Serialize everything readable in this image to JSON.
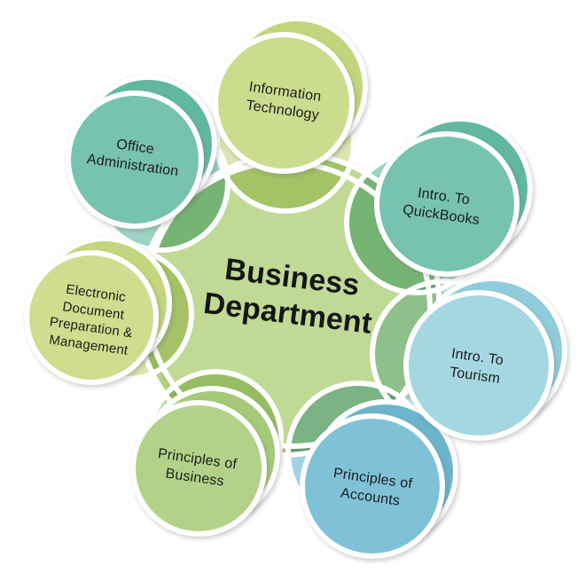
{
  "diagram": {
    "type": "radial-cycle",
    "background": "#ffffff",
    "ring_color": "#ffffff",
    "text_color": "#1c1c1c",
    "center": {
      "id": "business-department",
      "label": "Business Department",
      "color": "#c0d995",
      "back_color": "#b3d187"
    },
    "nodes": [
      {
        "id": "information-technology",
        "label": "Information Technology",
        "color": "#ccdc8e",
        "back_color": "#c2d57d"
      },
      {
        "id": "office-administration",
        "label": "Office Administration",
        "color": "#77c3af",
        "back_color": "#62b7a1"
      },
      {
        "id": "intro-to-quickbooks",
        "label": "Intro. To QuickBooks",
        "color": "#77c3af",
        "back_color": "#62b7a1"
      },
      {
        "id": "intro-to-tourism",
        "label": "Intro. To Tourism",
        "color": "#a5d7e2",
        "back_color": "#90ccdb"
      },
      {
        "id": "principles-of-accounts",
        "label": "Principles of Accounts",
        "color": "#7fc2d8",
        "back_color": "#6db4cd"
      },
      {
        "id": "principles-of-business",
        "label": "Principles of Business",
        "color": "#b2d289",
        "back_color": "#a4c978"
      },
      {
        "id": "electronic-document-preparation-management",
        "label": "Electronic Document Preparation & Management",
        "color": "#cedd8e",
        "back_color": "#c3d67d"
      }
    ]
  }
}
